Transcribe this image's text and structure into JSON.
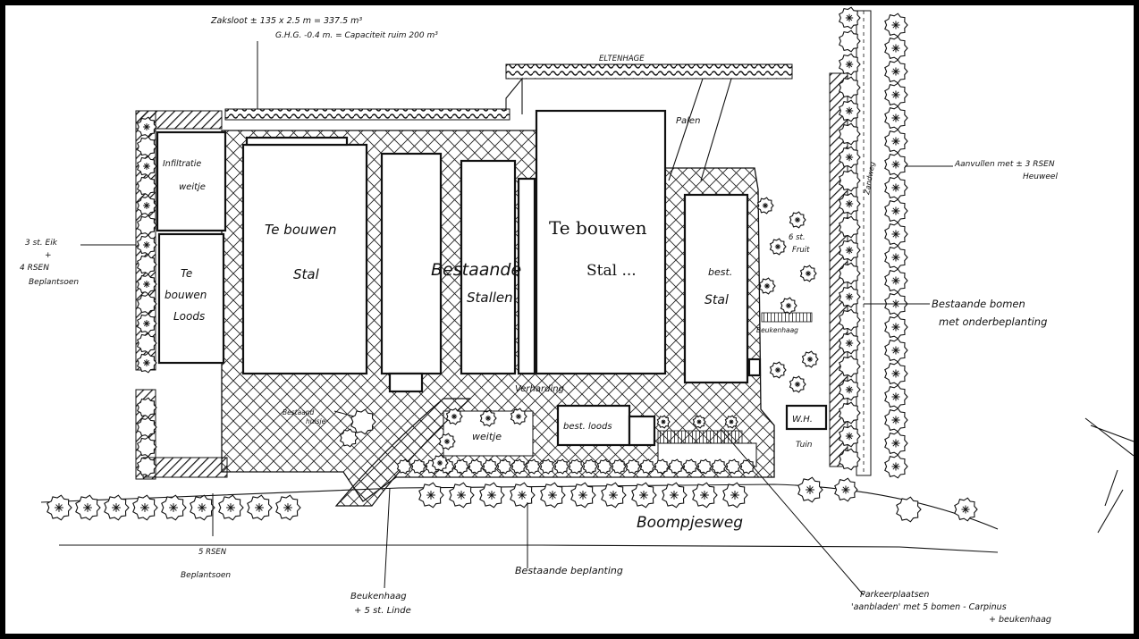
{
  "colors": {
    "frame": "#000000",
    "paper": "#ffffff",
    "ink": "#111111"
  },
  "labels": {
    "zaksloot_1": "Zaksloot ± 135 x 2.5 m = 337.5 m³",
    "zaksloot_2": "G.H.G. -0.4 m. = Capaciteit ruim 200 m³",
    "eltenhage": "ELTENHAGE",
    "palen": "Palen",
    "infiltratie": "Infiltratie",
    "weitje_nw": "weitje",
    "te_bouwen_stal_a1": "Te  bouwen",
    "te_bouwen_stal_a2": "Stal",
    "te_loods1": "Te",
    "te_loods2": "bouwen",
    "te_loods3": "Loods",
    "bestaande_stallen1": "Bestaande",
    "bestaande_stallen2": "Stallen",
    "te_bouwen_stal_b1": "Te bouwen",
    "te_bouwen_stal_b2": "Stal ...",
    "best_stal1": "best.",
    "best_stal2": "Stal",
    "eik_1": "3 st. Eik",
    "eik_2": "+",
    "eik_3": "4 RSEN",
    "eik_4": "Beplantsoen",
    "aanvullen_1": "Aanvullen met ± 3 RSEN",
    "aanvullen_2": "Heuweel",
    "fruit_1": "6 st.",
    "fruit_2": "Fruit",
    "bestaande_bomen_1": "Bestaande  bomen",
    "bestaande_bomen_2": "met  onderbeplanting",
    "beukenhaag_e": "Beukenhaag",
    "beplanting_strook": "Zandweg",
    "verharding": "Verharding",
    "bestaand_huisje_1": "Bestaand",
    "bestaand_huisje_2": "huisje",
    "weitje_s": "weitje",
    "best_loods": "best. loods",
    "wh": "W.H.",
    "tuin": "Tuin",
    "boompjesweg": "Boompjesweg",
    "rsen_bottom_1": "5 RSEN",
    "rsen_bottom_2": "Beplantsoen",
    "bestaande_beplanting": "Bestaande  beplanting",
    "beukenhaag_linde_1": "Beukenhaag",
    "beukenhaag_linde_2": "+ 5 st. Linde",
    "parkeer_1": "Parkeerplaatsen",
    "parkeer_2": "'aanbladen'  met  5 bomen - Carpinus",
    "parkeer_3": "+ beukenhaag"
  }
}
